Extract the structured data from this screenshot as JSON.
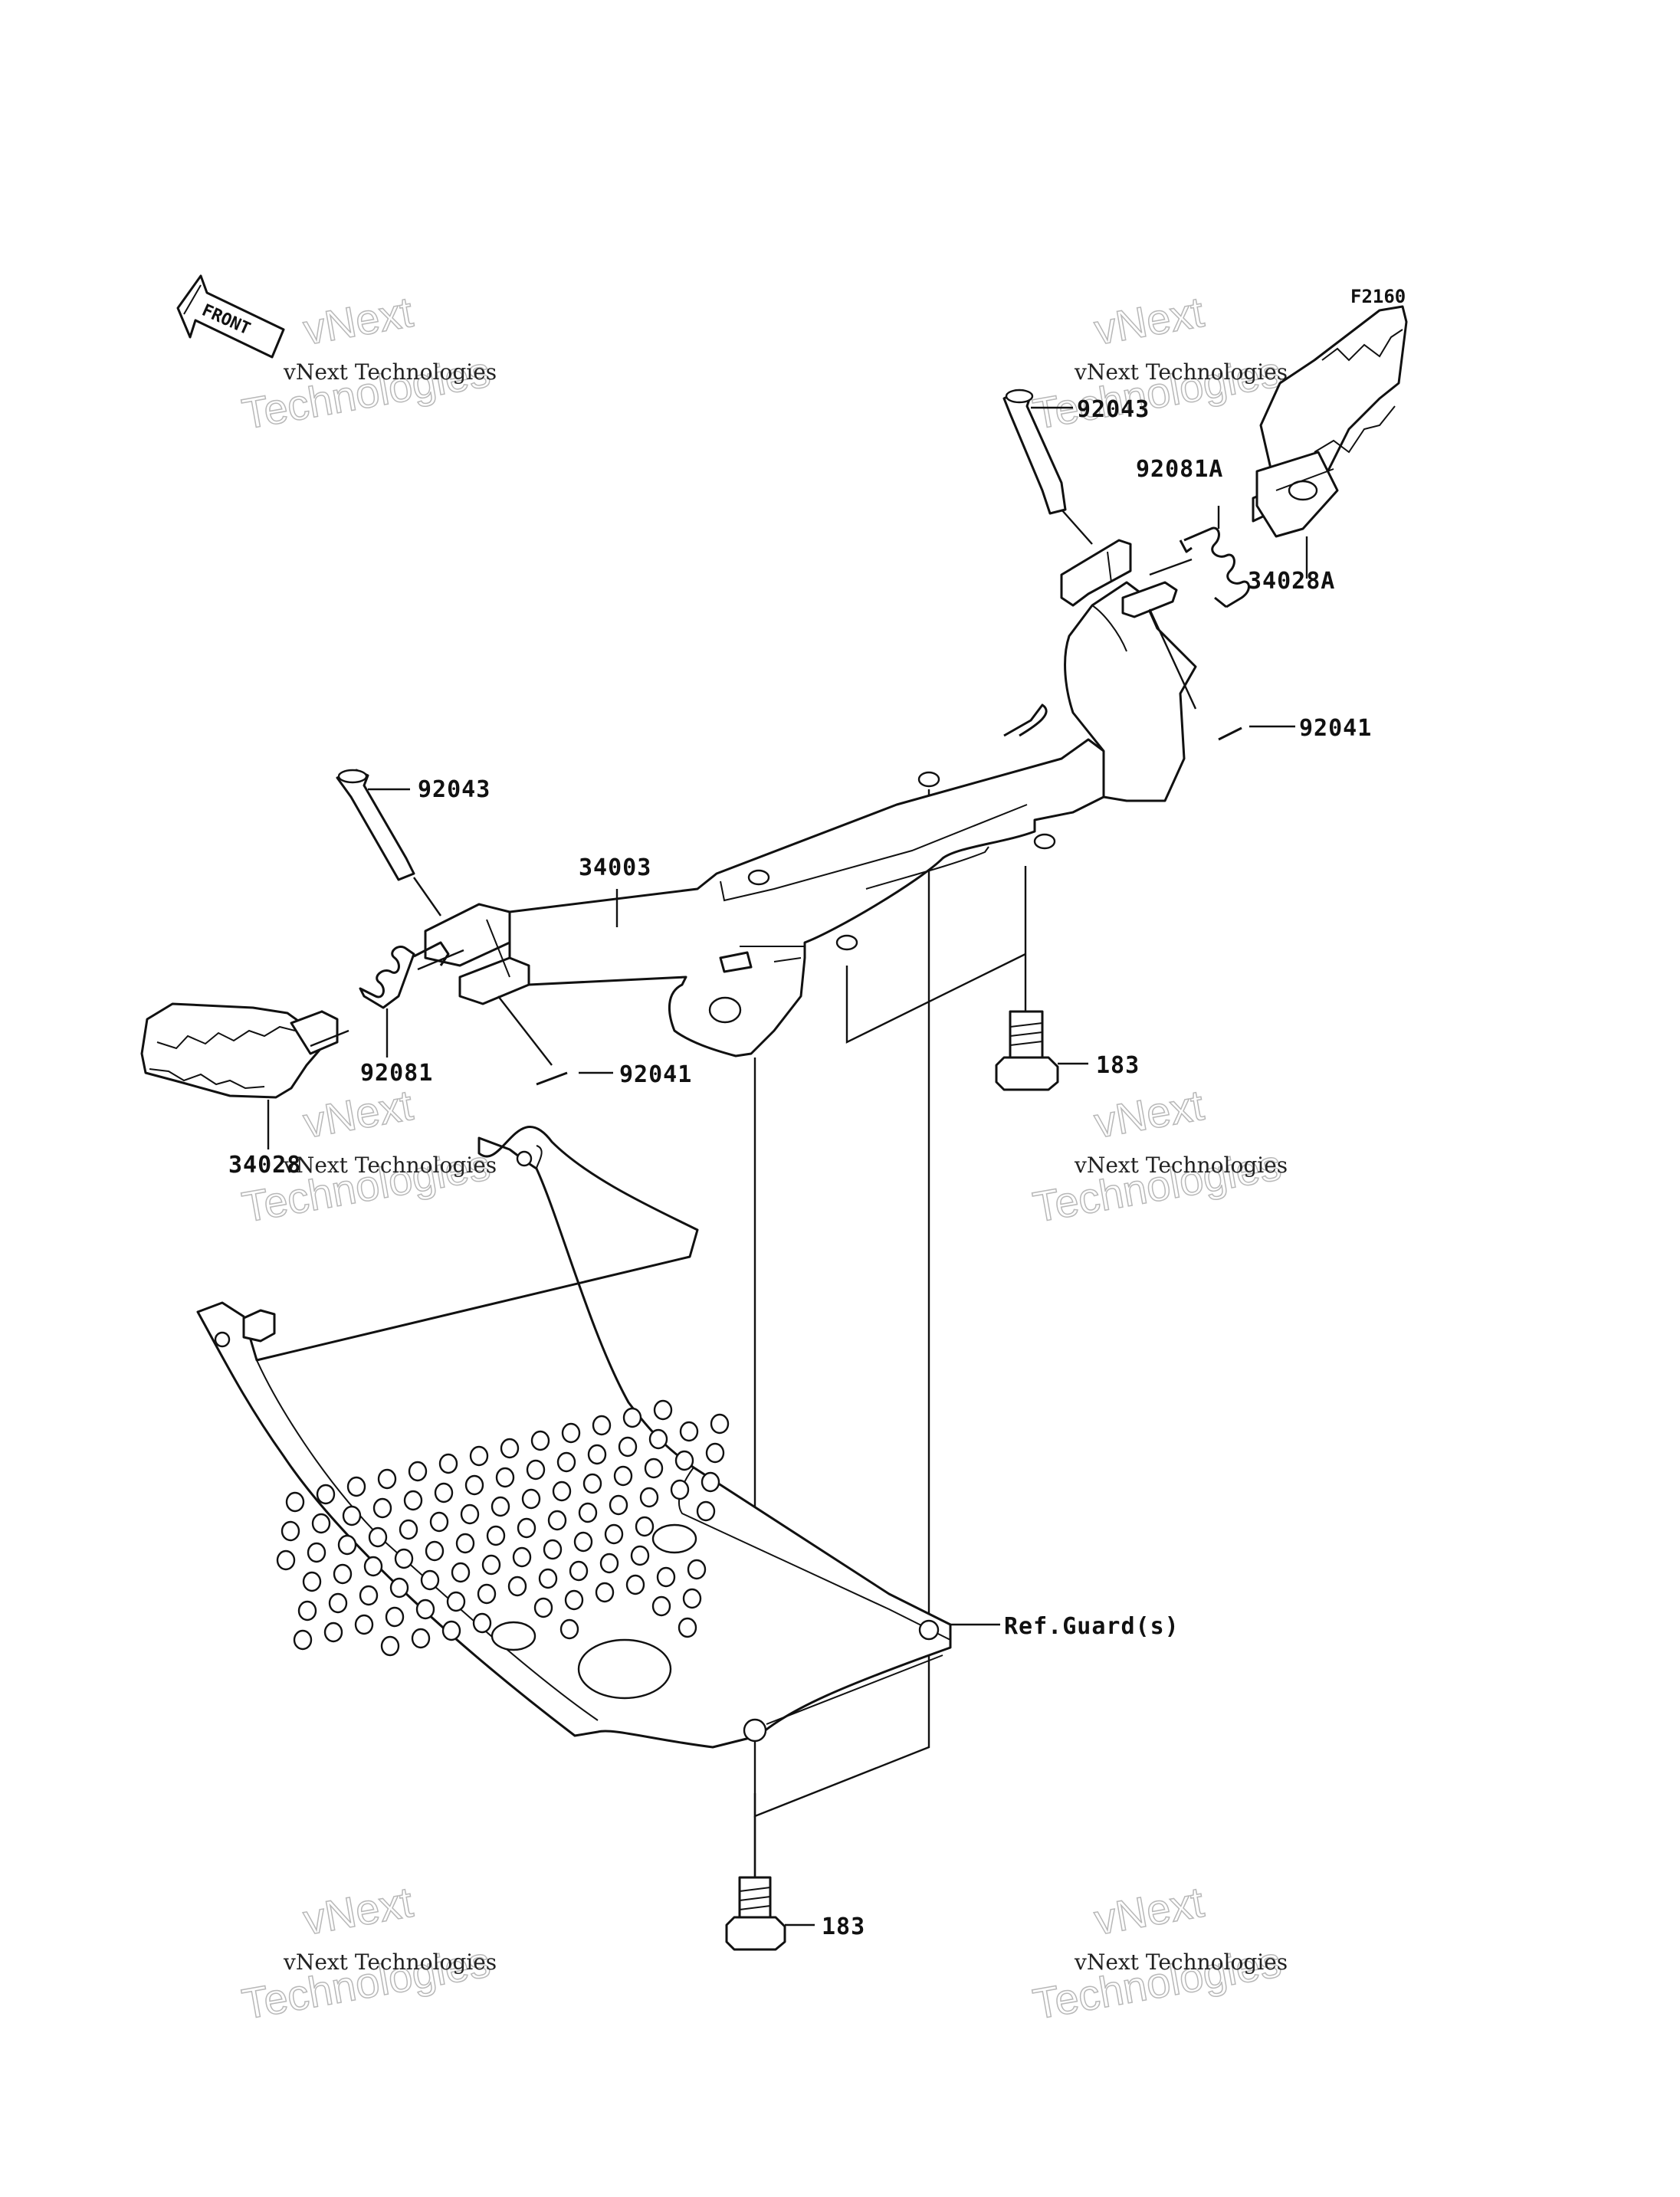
{
  "figure_id": "F2160",
  "front_label": "FRONT",
  "watermark": {
    "company": "vNext Technologies",
    "word1": "vNext",
    "word2": "Technologies"
  },
  "callouts": {
    "pin_right": "92043",
    "spring_right": "92081A",
    "footpeg_right": "34028A",
    "cotter_right": "92041",
    "pin_left": "92043",
    "bracket": "34003",
    "bolt_upper": "183",
    "spring_left": "92081",
    "cotter_left": "92041",
    "footpeg_left": "34028",
    "ref_guard": "Ref.Guard(s)",
    "bolt_lower": "183"
  }
}
